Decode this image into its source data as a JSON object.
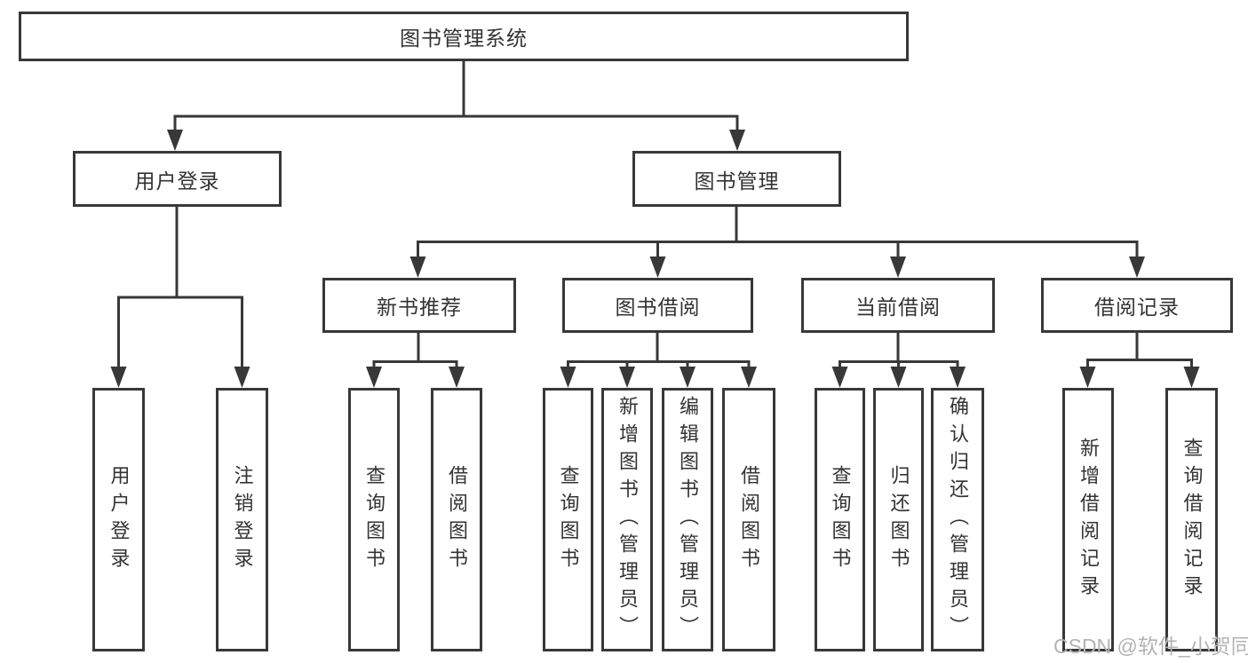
{
  "diagram": {
    "type": "hierarchy-tree",
    "colors": {
      "line": "#383838",
      "box_border": "#383838",
      "text": "#333333",
      "background": "#ffffff",
      "watermark_text_color": "#b3b3b3"
    },
    "watermark": "CSDN @软件_小贺同学",
    "tree": {
      "label": "图书管理系统",
      "children": [
        {
          "label": "用户登录",
          "children": [
            {
              "label": "用户登录"
            },
            {
              "label": "注销登录"
            }
          ]
        },
        {
          "label": "图书管理",
          "children": [
            {
              "label": "新书推荐",
              "children": [
                {
                  "label": "查询图书"
                },
                {
                  "label": "借阅图书"
                }
              ]
            },
            {
              "label": "图书借阅",
              "children": [
                {
                  "label": "查询图书"
                },
                {
                  "label": "新增图书（管理员）"
                },
                {
                  "label": "编辑图书（管理员）"
                },
                {
                  "label": "借阅图书"
                }
              ]
            },
            {
              "label": "当前借阅",
              "children": [
                {
                  "label": "查询图书"
                },
                {
                  "label": "归还图书"
                },
                {
                  "label": "确认归还（管理员）"
                }
              ]
            },
            {
              "label": "借阅记录",
              "children": [
                {
                  "label": "新增借阅记录"
                },
                {
                  "label": "查询借阅记录"
                }
              ]
            }
          ]
        }
      ]
    }
  }
}
